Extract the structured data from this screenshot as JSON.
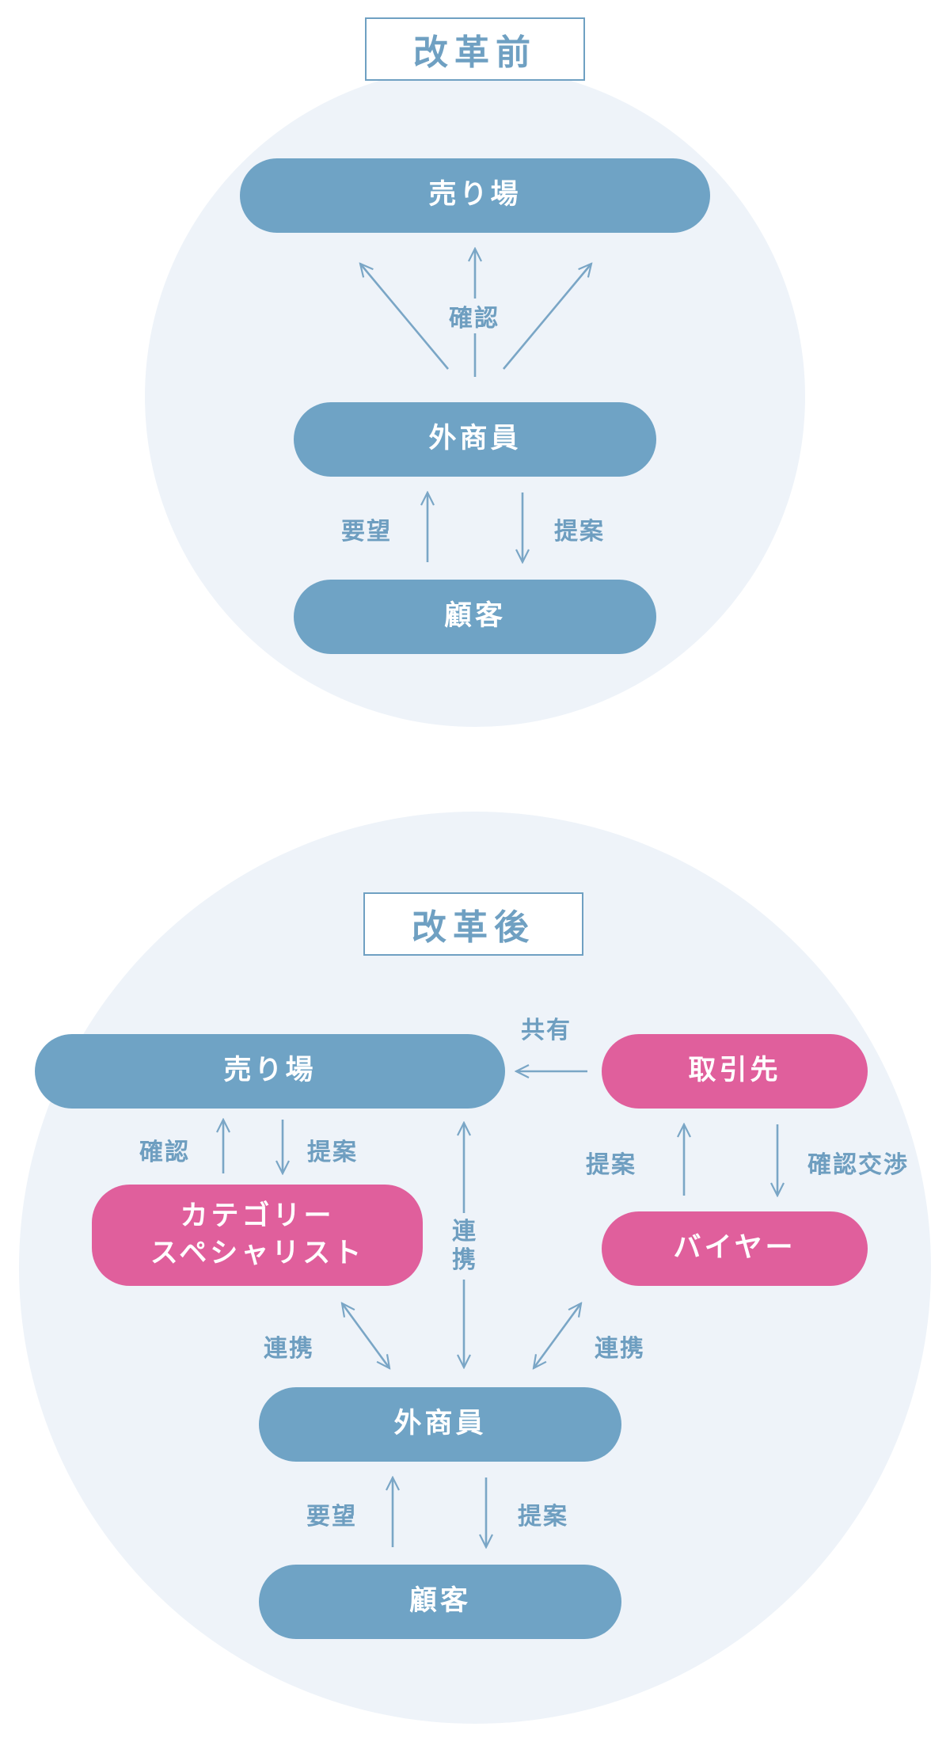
{
  "before": {
    "title": "改革前",
    "nodes": {
      "sales_floor": "売り場",
      "sales_rep": "外商員",
      "customer": "顧客"
    },
    "labels": {
      "confirm": "確認",
      "request": "要望",
      "proposal": "提案"
    }
  },
  "after": {
    "title": "改革後",
    "nodes": {
      "sales_floor": "売り場",
      "supplier": "取引先",
      "category_specialist_line1": "カテゴリー",
      "category_specialist_line2": "スペシャリスト",
      "buyer": "バイヤー",
      "sales_rep": "外商員",
      "customer": "顧客"
    },
    "labels": {
      "share": "共有",
      "confirm": "確認",
      "proposal_left": "提案",
      "collab_center_1": "連",
      "collab_center_2": "携",
      "proposal_right": "提案",
      "confirm_negotiate": "確認交渉",
      "collab_left": "連携",
      "collab_right": "連携",
      "request": "要望",
      "proposal_bottom": "提案"
    }
  },
  "colors": {
    "circle_bg": "#eef3f9",
    "blue": "#6fa3c5",
    "pink": "#e05f9c",
    "text_blue": "#6e9ec0",
    "arrow": "#7aa6c6"
  }
}
